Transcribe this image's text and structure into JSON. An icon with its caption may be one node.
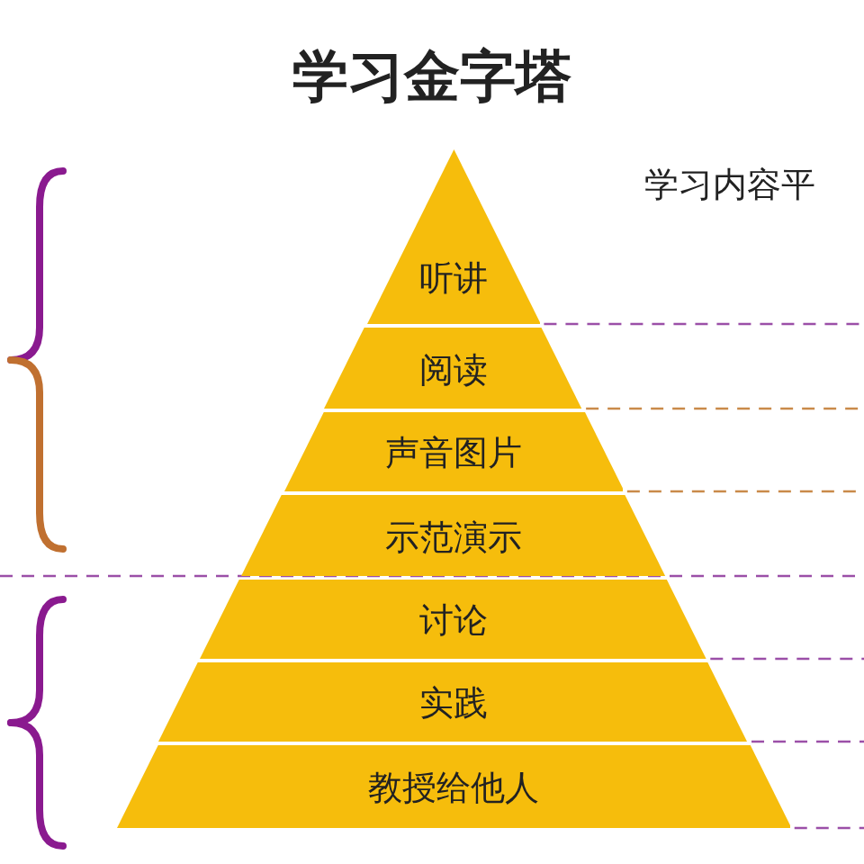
{
  "diagram": {
    "title": "学习金字塔",
    "nodes": [
      {
        "text": [
          "听讲"
        ]
      },
      {
        "text": [
          "阅读"
        ]
      },
      {
        "text": [
          "声音图片"
        ]
      },
      {
        "text": [
          "示范演示"
        ]
      },
      {
        "text": [
          "讨论"
        ]
      },
      {
        "text": [
          "实践"
        ]
      },
      {
        "text": [
          "教授给他人"
        ]
      }
    ],
    "labels": [
      "学习内容平"
    ]
  }
}
